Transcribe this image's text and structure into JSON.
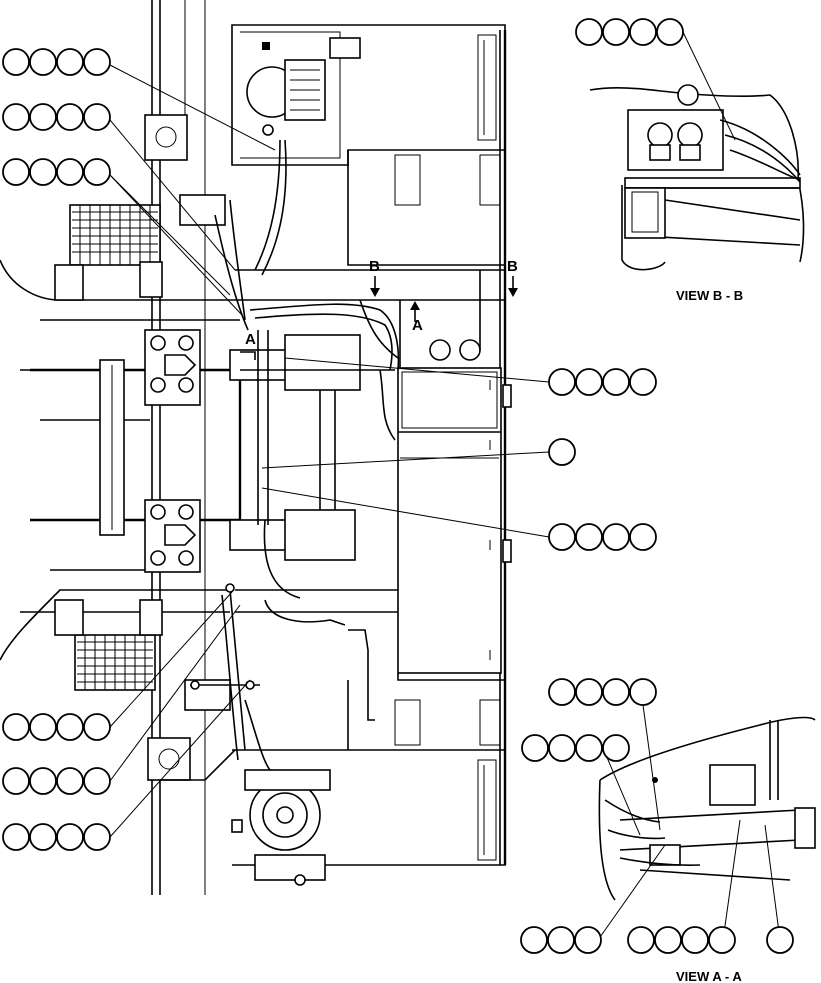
{
  "views": {
    "view_b_b": "VIEW B - B",
    "view_a_a": "VIEW A - A"
  },
  "section_markers": {
    "b_left": "B",
    "b_right": "B",
    "a_left": "A",
    "a_right": "A"
  }
}
